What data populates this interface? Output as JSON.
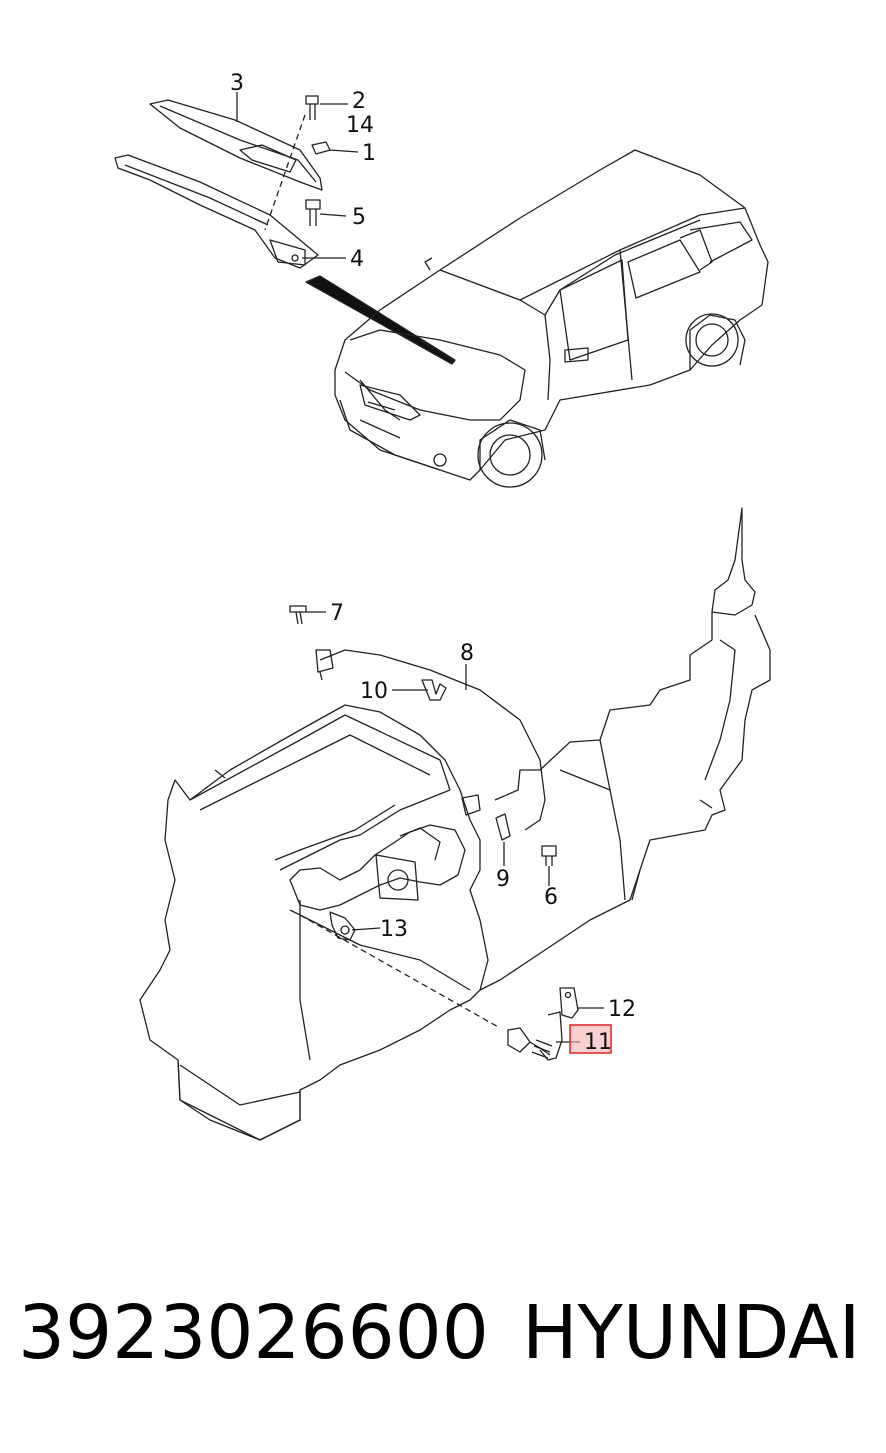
{
  "callouts": [
    "1",
    "2",
    "3",
    "4",
    "5",
    "6",
    "7",
    "8",
    "9",
    "10",
    "11",
    "12",
    "13",
    "14"
  ],
  "highlight": {
    "label": "11",
    "color": "#e03030",
    "fill": "#f5b0b0"
  },
  "footer": {
    "part_number": "3923026600",
    "brand": "HYUNDAI"
  }
}
